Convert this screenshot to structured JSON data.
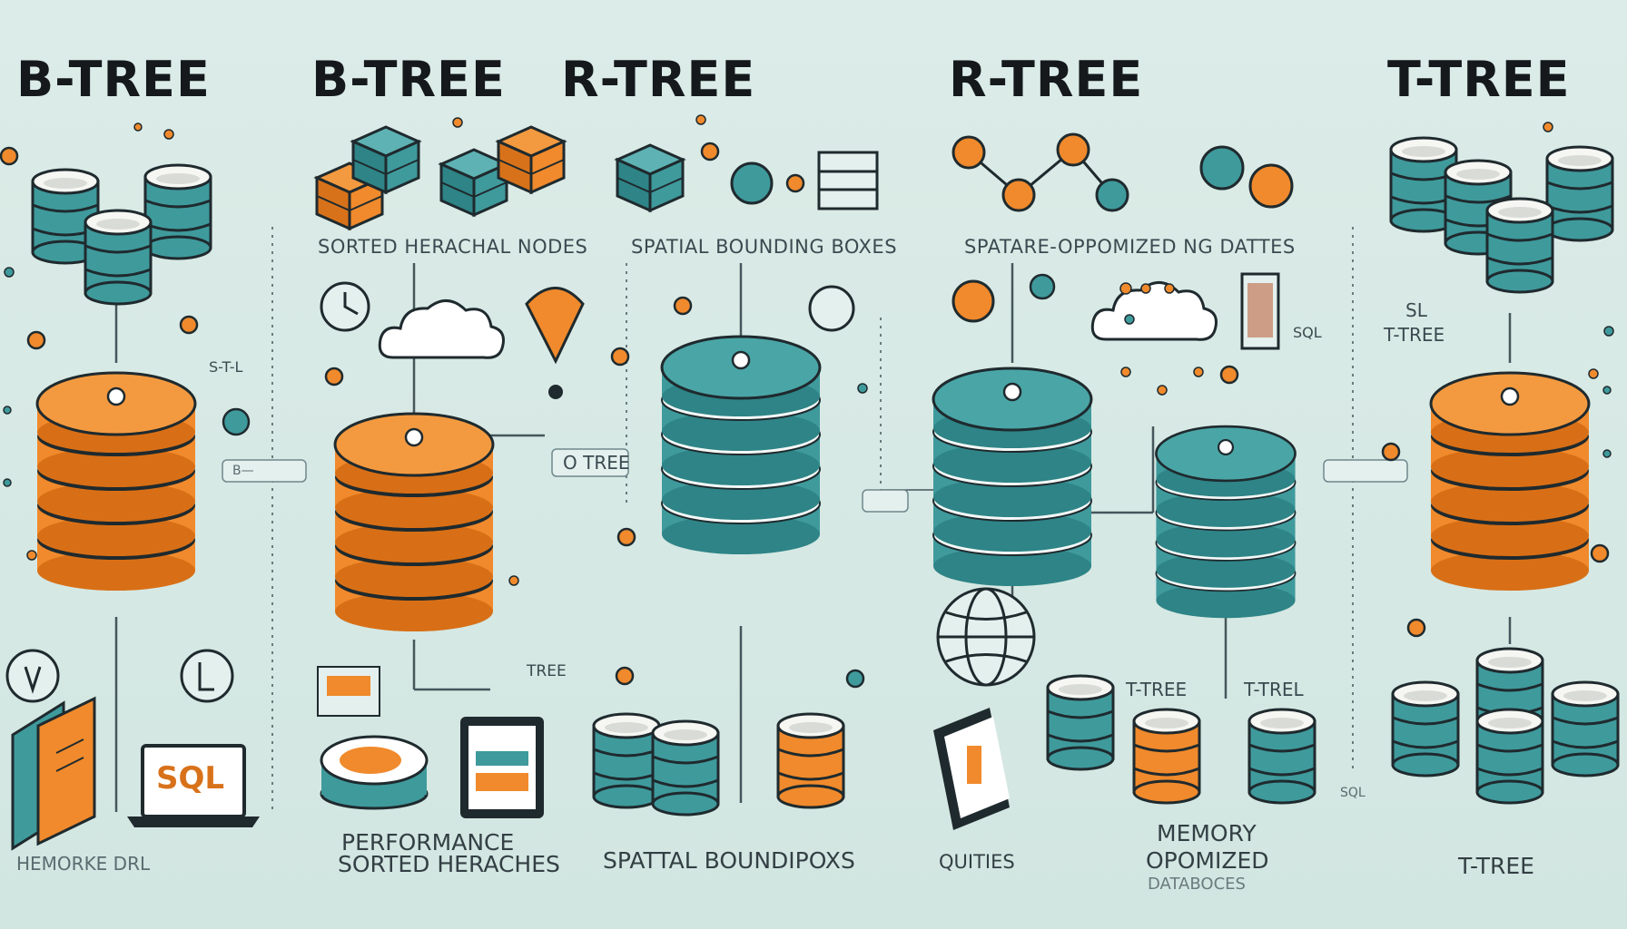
{
  "titles": {
    "t1": "B-TREE",
    "t2": "B-TREE",
    "t3": "R-TREE",
    "t4": "R-TREE",
    "t5": "T-TREE"
  },
  "subtitles": {
    "s2": "SORTED HERACHAL NODES",
    "s3": "SPATIAL BOUNDING BOXES",
    "s4": "SPATARE-OPPOMIZED NG DATTES"
  },
  "labels": {
    "stl": "S-T-L",
    "b_link": "B—",
    "otree": "O TREE",
    "tree_small": "TREE",
    "sql_right": "SQL",
    "sl": "SL",
    "t_tree_side": "T-TREE",
    "t_tree_a": "T-TREE",
    "t_tree_b": "T-TREL",
    "sql_laptop": "SQL",
    "sql_bottom": "SQL"
  },
  "captions": {
    "c1": "HEMORKE DRL",
    "c2a": "PERFORMANCE",
    "c2b": "SORTED HERACHES",
    "c3": "SPATTAL BOUNDIPOXS",
    "c4": "QUITIES",
    "c5a": "MEMORY",
    "c5b": "OPOMIZED",
    "c5c": "DATABOCES",
    "c6": "T-TREE"
  },
  "colors": {
    "orange": "#f08a2c",
    "teal": "#3f9a9c",
    "dark": "#1e2a2e",
    "background": "#d6e8e4"
  },
  "icons": [
    "database-stack-icon",
    "cube-icon",
    "cloud-icon",
    "globe-icon",
    "laptop-icon",
    "book-icon",
    "document-icon",
    "gear-icon",
    "network-node-icon"
  ]
}
